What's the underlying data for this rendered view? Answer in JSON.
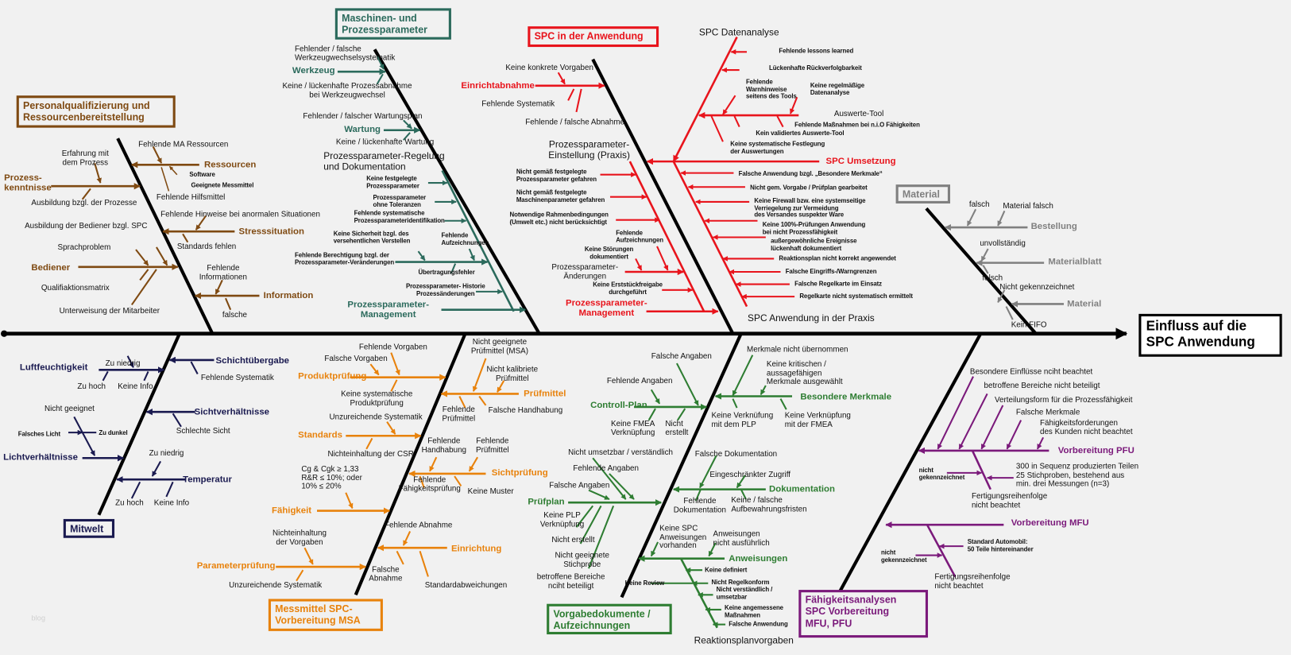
{
  "effect": "Einfluss auf die\nSPC Anwendung",
  "watermark": "blog",
  "colors": {
    "spine": "#000000",
    "personal": "#7f4a12",
    "maschinen": "#2b6a5c",
    "spc": "#e8141c",
    "material": "#808080",
    "mitwelt": "#1a1a50",
    "msa": "#e8820c",
    "vorgabe": "#2e7d32",
    "faehigkeit": "#7b1a7b"
  },
  "categories": {
    "personal": {
      "title": "Personalqualifizierung und\nRessourcenbereitstellung",
      "labels": [
        "Erfahrung mit\ndem Prozess",
        "Prozess-\nkenntnisse",
        "Ausbildung bzgl. der Prozesse",
        "Fehlende MA Ressourcen",
        "Ressourcen",
        "Software",
        "Geeignete Messmittel",
        "Fehlende Hilfsmittel",
        "Fehlende Hinweise bei anormalen Situationen",
        "Ausbildung der Bediener bzgl. SPC",
        "Stresssituation",
        "Standards fehlen",
        "Sprachproblem",
        "Bediener",
        "Fehlende\nInformationen",
        "Qualifiaktionsmatrix",
        "Information",
        "Unterweisung der Mitarbeiter",
        "falsche"
      ]
    },
    "maschinen": {
      "title": "Maschinen- und\nProzessparameter",
      "labels": [
        "Fehlender / falsche\nWerkzeugwechselsystematik",
        "Werkzeug",
        "Keine / lückenhafte Prozessabnahme\nbei Werkzeugwechsel",
        "Fehlender / falscher Wartungsplan",
        "Wartung",
        "Keine / lückenhafte Wartung",
        "Prozessparameter-Regelung\nund Dokumentation",
        "Keine festgelegte\nProzessparameter",
        "Prozessparameter\nohne Toleranzen",
        "Fehlende systematische\nProzessparameteridentifikation",
        "Keine Sicherheit bzgl. des\nversehentlichen Verstellen",
        "Fehlende\nAufzeichnungen",
        "Fehlende Berechtigung bzgl. der\nProzessparameter-Veränderungen",
        "Übertragungsfehler",
        "Prozessparameter- Historie\nProzessänderungen",
        "Prozessparameter-\nManagement"
      ]
    },
    "spc": {
      "title": "SPC in der Anwendung",
      "labels": [
        "SPC Datenanalyse",
        "Keine konkrete Vorgaben",
        "Einrichtabnahme",
        "Fehlende Systematik",
        "Fehlende / falsche Abnahme",
        "Fehlende lessons learned",
        "Lückenhafte Rückverfolgbarkeit",
        "Fehlende\nWarnhinweise\nseitens des Tools",
        "Keine regelmäßige\nDatenanalyse",
        "Auswerte-Tool",
        "Fehlende Maßnahmen bei n.i.O Fähigkeiten",
        "Kein validiertes Auswerte-Tool",
        "Keine systematische Festlegung\nder Auswertungen",
        "SPC Umsetzung",
        "Prozessparameter-\nEinstellung (Praxis)",
        "Nicht gemäß festgelegte\nProzessparameter gefahren",
        "Nicht gemäß festgelegte\nMaschinenparameter gefahren",
        "Notwendige Rahmenbedingungen\n(Umwelt etc.) nicht berücksichtigt",
        "Fehlende\nAufzeichnungen",
        "Keine Störungen\ndokumentiert",
        "Prozessparameter-\nÄnderungen",
        "Keine Erststückfreigabe\ndurchgeführt",
        "Prozessparameter-\nManagement",
        "Falsche Anwendung bzgl. „Besondere Merkmale“",
        "Nicht gem. Vorgabe / Prüfplan gearbeitet",
        "Keine Firewall bzw. eine systemseitige\nVerriegelung zur Vermeidung\ndes Versandes suspekter Ware",
        "Keine 100%-Prüfungen Anwendung\nbei nicht Prozessfähigkeit",
        "außergewöhnliche Ereignisse\nlückenhaft dokumentiert",
        "Reaktionsplan nicht korrekt angewendet",
        "Falsche Eingriffs-/Warngrenzen",
        "Falsche Regelkarte im Einsatz",
        "Regelkarte nicht systematisch ermittelt",
        "SPC Anwendung in der Praxis"
      ]
    },
    "material": {
      "title": "Material",
      "labels": [
        "falsch",
        "Material falsch",
        "Bestellung",
        "unvollständig",
        "Materialblatt",
        "falsch",
        "Nicht gekennzeichnet",
        "Material",
        "Kein FIFO"
      ]
    },
    "mitwelt": {
      "title": "Mitwelt",
      "labels": [
        "Zu niedrig",
        "Luftfeuchtigkeit",
        "Schichtübergabe",
        "Zu hoch",
        "Keine Info",
        "Fehlende Systematik",
        "Nicht geeignet",
        "Sichtverhältnisse",
        "Falsches Licht",
        "Zu dunkel",
        "Schlechte Sicht",
        "Zu niedrig",
        "Lichtverhältnisse",
        "Temperatur",
        "Zu hoch",
        "Keine Info"
      ]
    },
    "msa": {
      "title": "Messmittel SPC-\nVorbereitung MSA",
      "labels": [
        "Fehlende Vorgaben",
        "Falsche Vorgaben",
        "Produktprüfung",
        "Keine systematische\nProduktprüfung",
        "Unzureichende Systematik",
        "Standards",
        "Nichteinhaltung der CSR",
        "Cg & Cgk ≥ 1,33\nR&R ≤ 10%; oder\n10% ≤ 20%",
        "Fähigkeit",
        "Nichteinhaltung\nder Vorgaben",
        "Parameterprüfung",
        "Unzureichende Systematik",
        "Fehlende Abnahme",
        "Einrichtung",
        "Falsche\nAbnahme",
        "Standardabweichungen",
        "Nicht geeignete\nPrüfmittel (MSA)",
        "Nicht kalibriete\nPrüfmittel",
        "Prüfmittel",
        "Fehlende\nPrüfmittel",
        "Falsche Handhabung",
        "Fehlende\nHandhabung",
        "Fehlende\nPrüfmittel",
        "Sichtprüfung",
        "Fehlende\nFähigkeitsprüfung",
        "Keine Muster"
      ]
    },
    "vorgabe": {
      "title": "Vorgabedokumente /\nAufzeichnungen",
      "labels": [
        "Falsche Angaben",
        "Fehlende Angaben",
        "Controll-Plan",
        "Keine FMEA\nVerknüpfung",
        "Nicht\nerstellt",
        "Merkmale nicht übernommen",
        "Keine kritischen /\naussagefähigen\nMerkmale ausgewählt",
        "Besondere Merkmale",
        "Keine Verknüfung\nmit dem PLP",
        "Keine Verknüpfung\nmit der FMEA",
        "Nicht umsetzbar / verständlich",
        "Fehlende Angaben",
        "Falsche Angaben",
        "Prüfplan",
        "Keine PLP\nVerknüpfung",
        "Nicht erstellt",
        "Nicht geeignete\nStichprobe",
        "betroffene Bereiche\nnciht beteiligt",
        "Falsche Dokumentation",
        "Eingeschränkter Zugriff",
        "Dokumentation",
        "Fehlende\nDokumentation",
        "Keine / falsche\nAufbewahrungsfristen",
        "Keine SPC\nAnweisungen\nvorhanden",
        "Anweisungen\nnicht ausführlich",
        "Anweisungen",
        "Keine definiert",
        "Keine Review",
        "Nicht Regelkonform",
        "Nicht verständlich /\numsetzbar",
        "Keine angemessene\nMaßnahmen",
        "Falsche Anwendung",
        "Reaktionsplanvorgaben"
      ]
    },
    "faehigkeit": {
      "title": "Fähigkeitsanalysen\nSPC Vorbereitung\nMFU, PFU",
      "labels": [
        "Besondere Einflüsse nciht beachtet",
        "betroffene Bereiche nicht beteiligt",
        "Verteilungsform für die Prozessfähigkeit",
        "Falsche Merkmale",
        "Fähigkeitsforderungen\ndes Kunden nicht beachtet",
        "Vorbereitung PFU",
        "nicht\ngekennzeichnet",
        "300 in Sequenz produzierten Teilen\n25 Stichproben, bestehend aus\nmin. drei Messungen (n=3)",
        "Fertigungsreihenfolge\nnicht beachtet",
        "Vorbereitung MFU",
        "Standard Automobil:\n50 Teile hintereinander",
        "nicht\ngekennzeichnet",
        "Fertigungsreihenfolge\nnicht beachtet"
      ]
    }
  }
}
